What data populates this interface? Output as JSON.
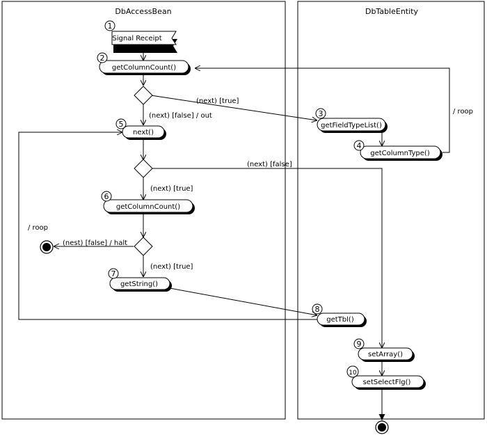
{
  "lanes": {
    "left_title": "DbAccessBean",
    "right_title": "DbTableEntity"
  },
  "nodes": {
    "n1": {
      "num": "1",
      "label": "Signal Receipt"
    },
    "n2": {
      "num": "2",
      "label": "getColumnCount()"
    },
    "n3": {
      "num": "3",
      "label": "getFieldTypeList()"
    },
    "n4": {
      "num": "4",
      "label": "getColumnType()"
    },
    "n5": {
      "num": "5",
      "label": "next()"
    },
    "n6": {
      "num": "6",
      "label": "getColumnCount()"
    },
    "n7": {
      "num": "7",
      "label": "getString()"
    },
    "n8": {
      "num": "8",
      "label": "getTbl()"
    },
    "n9": {
      "num": "9",
      "label": "setArray()"
    },
    "n10": {
      "num": "10",
      "label": "setSelectFlg()"
    }
  },
  "edges": {
    "d1_true": "(next) [true]",
    "d1_false": "(next) [false] / out",
    "loop_right": "/ roop",
    "d2_false": "(next) [false]",
    "d2_true": "(next) [true]",
    "loop_left": "/ roop",
    "d3_false": "(nest) [false] / halt",
    "d3_true": "(next) [true]"
  }
}
